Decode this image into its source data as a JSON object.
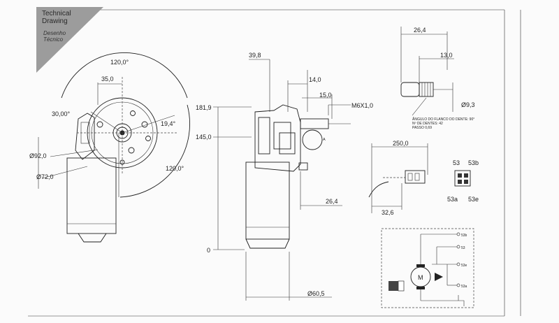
{
  "badge": {
    "title_line1": "Technical",
    "title_line2": "Drawing",
    "subtitle_line1": "Desenho",
    "subtitle_line2": "Técnico"
  },
  "front_view": {
    "angle_top": "120,0°",
    "width_35": "35,0",
    "angle_left": "30,00°",
    "angle_small": "19,4°",
    "angle_bottom": "120,0°",
    "dia_92": "Ø92,0",
    "dia_72": "Ø72,0"
  },
  "side_view": {
    "dim_39_8": "39,8",
    "dim_14": "14,0",
    "dim_15": "15,0",
    "thread": "M6X1,0",
    "height_181_9": "181,9",
    "height_145": "145,0",
    "height_0": "0",
    "detail_label": "A",
    "dim_26_4": "26,4",
    "dia_60_5": "Ø60,5"
  },
  "shaft_detail": {
    "dim_26_4": "26,4",
    "dim_13": "13,0",
    "dia_9_3": "Ø9,3",
    "note_line1": "ÂNGULO DO FLANCO DO DENTE: 90°",
    "note_line2": "Nº DE DENTES: 42",
    "note_line3": "PASSO 0,69"
  },
  "cable": {
    "dim_250": "250,0",
    "dim_32_6": "32,6"
  },
  "connector": {
    "pin_53": "53",
    "pin_53b": "53b",
    "pin_53a": "53a",
    "pin_53e": "53e"
  },
  "schematic": {
    "t_53b": "53b",
    "t_53": "53",
    "t_53e": "53e",
    "t_53a": "53a",
    "motor": "M"
  }
}
